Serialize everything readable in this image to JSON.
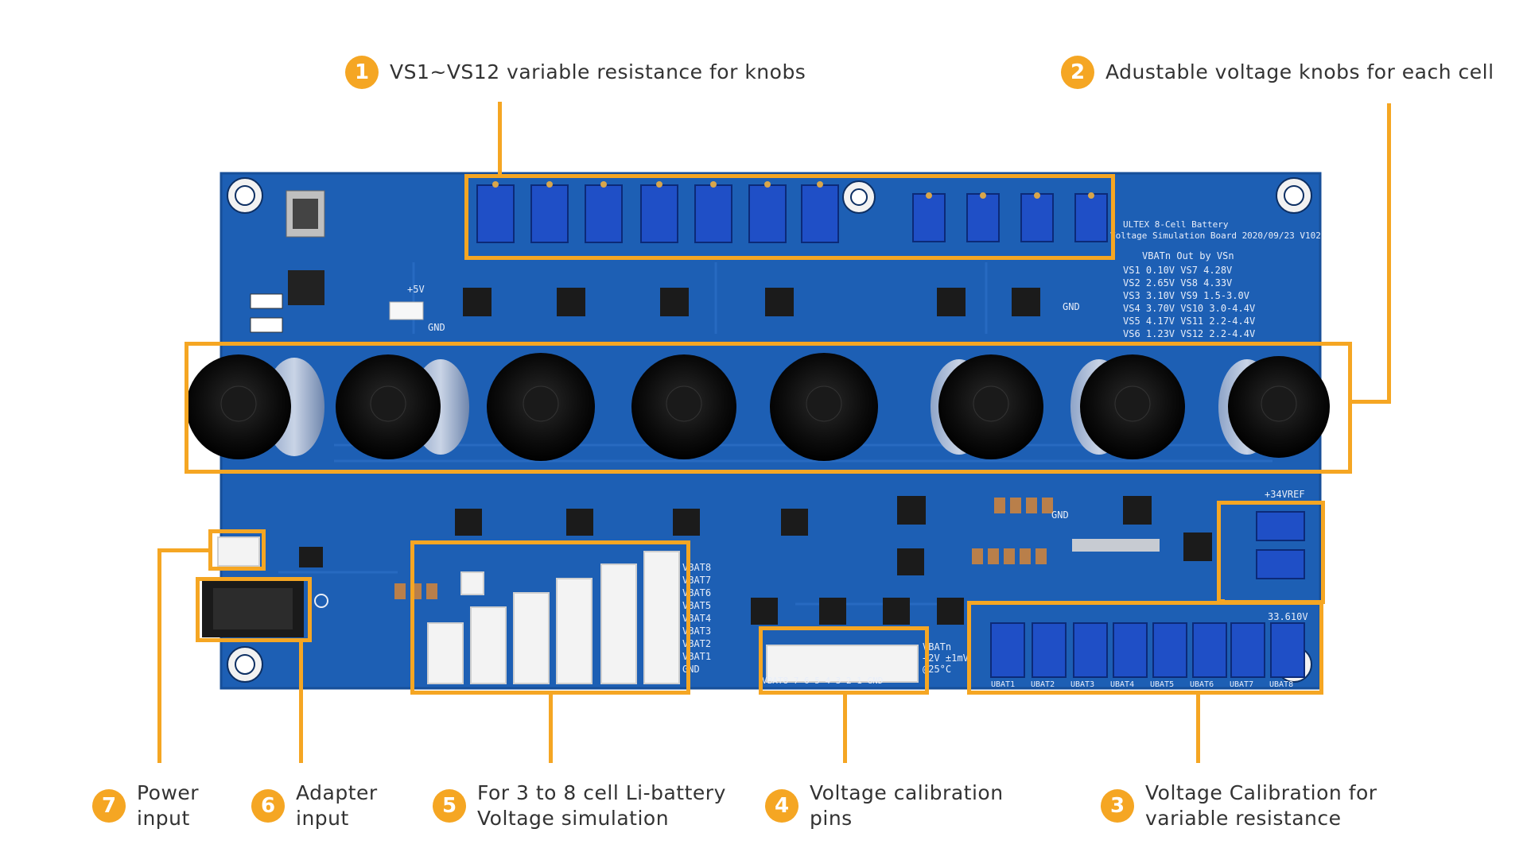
{
  "callouts": [
    {
      "num": "1",
      "lines": [
        "VS1~VS12 variable resistance for knobs"
      ]
    },
    {
      "num": "2",
      "lines": [
        "Adustable voltage knobs for each cell"
      ]
    },
    {
      "num": "3",
      "lines": [
        "Voltage Calibration for",
        "variable resistance"
      ]
    },
    {
      "num": "4",
      "lines": [
        "Voltage calibration",
        "pins"
      ]
    },
    {
      "num": "5",
      "lines": [
        "For 3 to 8 cell Li-battery",
        "Voltage simulation"
      ]
    },
    {
      "num": "6",
      "lines": [
        "Adapter",
        "input"
      ]
    },
    {
      "num": "7",
      "lines": [
        "Power",
        "input"
      ]
    }
  ],
  "board": {
    "title_line1": "ULTEX  8-Cell Battery",
    "title_line2": "Voltage Simulation Board 2020/09/23 V102",
    "table_heading": "VBATn Out by VSn",
    "table_rows": [
      "VS1  0.10V  VS7    4.28V",
      "VS2  2.65V  VS8    4.33V",
      "VS3  3.10V  VS9  1.5-3.0V",
      "VS4  3.70V  VS10 3.0-4.4V",
      "VS5  4.17V  VS11 2.2-4.4V",
      "VS6  1.23V  VS12 2.2-4.4V"
    ],
    "plus5v": "+5V",
    "gnd": "GND",
    "cal_pin_labels": [
      "VBATn",
      "+2V ±1mV",
      "@25°C"
    ],
    "cal_pin_bottom": "VBAT8 7 6 5 4 3 2 1 GND",
    "vbat_labels": [
      "VBAT8",
      "VBAT7",
      "VBAT6",
      "VBAT5",
      "VBAT4",
      "VBAT3",
      "VBAT2",
      "VBAT1",
      "GND"
    ],
    "ref_label": "+34VREF",
    "tp_label": "33.610V",
    "ubat_labels": [
      "UBAT1",
      "UBAT2",
      "UBAT3",
      "UBAT4",
      "UBAT5",
      "UBAT6",
      "UBAT7",
      "UBAT8"
    ]
  },
  "colors": {
    "accent": "#f5a623",
    "pcb": "#1d5fb4",
    "pcb_dark": "#174f99"
  }
}
